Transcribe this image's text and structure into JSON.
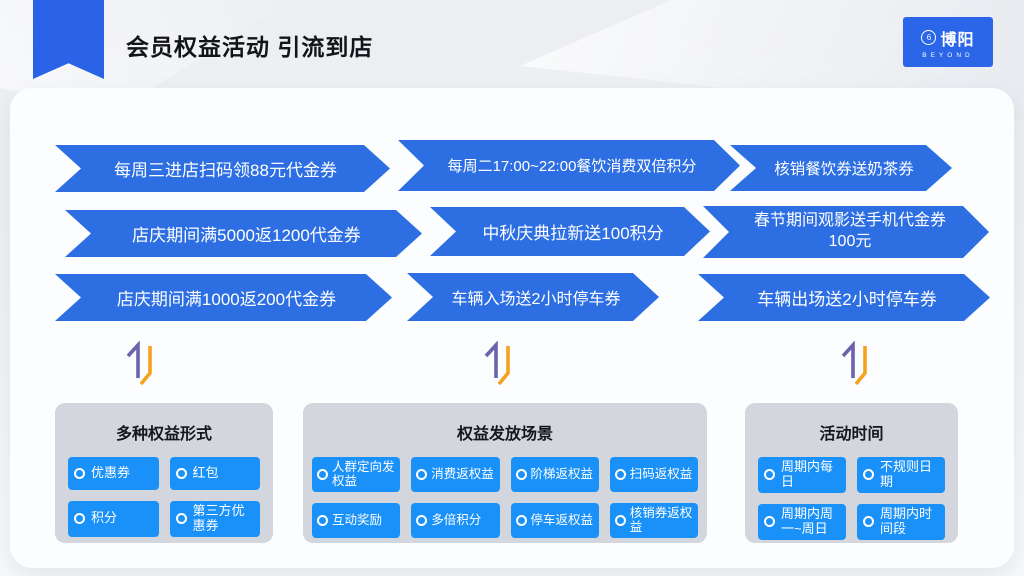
{
  "header": {
    "title": "会员权益活动 引流到店"
  },
  "logo": {
    "name": "博阳",
    "subtitle": "BEYOND",
    "icon": "circle-6-logo-icon"
  },
  "banners": {
    "rows": [
      {
        "items": [
          "每周三进店扫码领88元代金券",
          "每周二17:00~22:00餐饮消费双倍积分",
          "核销餐饮券送奶茶券"
        ]
      },
      {
        "items": [
          "店庆期间满5000返1200代金券",
          "中秋庆典拉新送100积分",
          "春节期间观影送手机代金券100元"
        ]
      },
      {
        "items": [
          "店庆期间满1000返200代金券",
          "车辆入场送2小时停车券",
          "车辆出场送2小时停车券"
        ]
      }
    ]
  },
  "panels": [
    {
      "title": "多种权益形式",
      "chips": [
        "优惠券",
        "红包",
        "积分",
        "第三方优惠券"
      ]
    },
    {
      "title": "权益发放场景",
      "chips": [
        "人群定向发权益",
        "消费返权益",
        "阶梯返权益",
        "扫码返权益",
        "互动奖励",
        "多倍积分",
        "停车返权益",
        "核销券返权益"
      ]
    },
    {
      "title": "活动时间",
      "chips": [
        "周期内每日",
        "不规则日期",
        "周期内周一~周日",
        "周期内时间段"
      ]
    }
  ],
  "icons": {
    "flow_arrow": "up-down-transfer-arrow-icon",
    "chip_bullet": "ring-bullet-icon",
    "bookmark": "bookmark-ribbon"
  },
  "colors": {
    "banner_blue": "#2D6FE2",
    "chip_blue": "#1A91F8",
    "accent_blue": "#2B63E8",
    "panel_gray": "#D3D6DC",
    "arrow_purple": "#6C63AC",
    "arrow_orange": "#F6A21E"
  }
}
